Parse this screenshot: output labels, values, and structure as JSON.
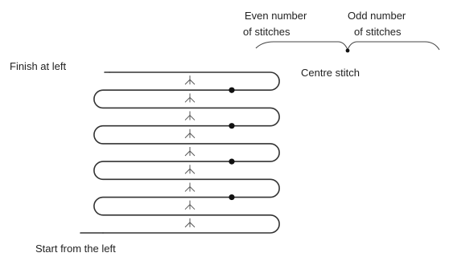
{
  "labels": {
    "even": [
      "Even number",
      "of stitches"
    ],
    "odd": [
      "Odd number",
      "of stitches"
    ],
    "centre": "Centre stitch",
    "finish": "Finish at left",
    "start": "Start from the left"
  },
  "colors": {
    "ink": "#333333",
    "dot": "#111111"
  },
  "rows": 8
}
